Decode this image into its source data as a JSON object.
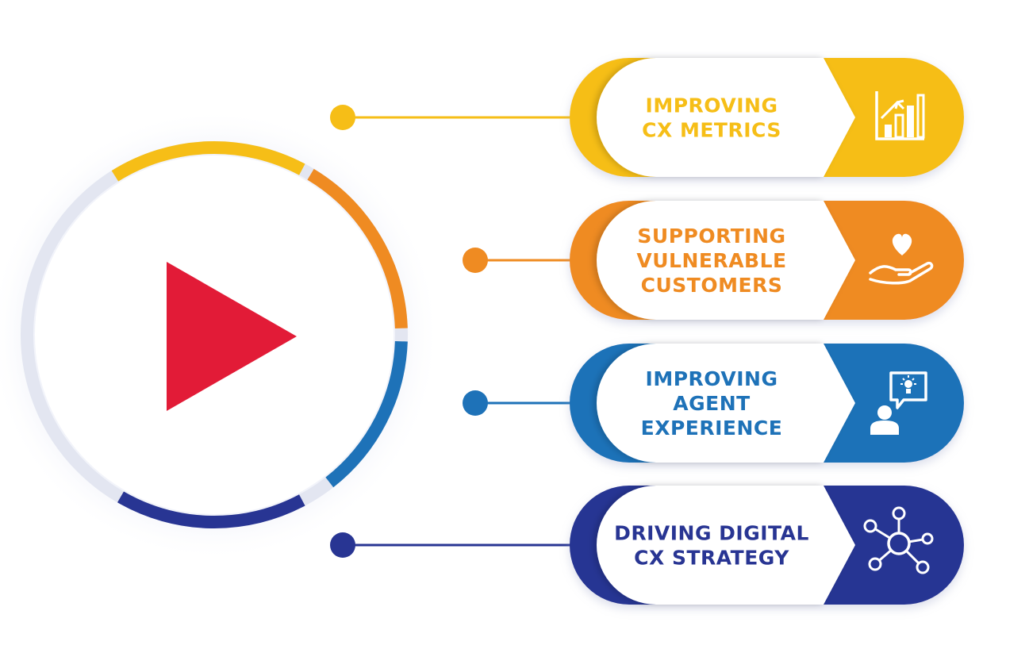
{
  "colors": {
    "yellow": "#F6BE17",
    "orange": "#EF8B22",
    "blue": "#1E72B8",
    "navy": "#283593",
    "play": "#E21B37",
    "ring_gray": "#E3E6F1"
  },
  "play_button": {
    "icon": "play-icon"
  },
  "items": [
    {
      "id": "cx-metrics",
      "lines": [
        "IMPROVING",
        "CX METRICS"
      ],
      "icon": "bar-chart-icon",
      "color": "#F6BE17"
    },
    {
      "id": "vulnerable-customers",
      "lines": [
        "SUPPORTING",
        "VULNERABLE",
        "CUSTOMERS"
      ],
      "icon": "heart-hand-icon",
      "color": "#EF8B22"
    },
    {
      "id": "agent-experience",
      "lines": [
        "IMPROVING",
        "AGENT",
        "EXPERIENCE"
      ],
      "icon": "person-idea-icon",
      "color": "#1E72B8"
    },
    {
      "id": "digital-cx-strategy",
      "lines": [
        "DRIVING DIGITAL",
        "CX STRATEGY"
      ],
      "icon": "network-icon",
      "color": "#283593"
    }
  ]
}
